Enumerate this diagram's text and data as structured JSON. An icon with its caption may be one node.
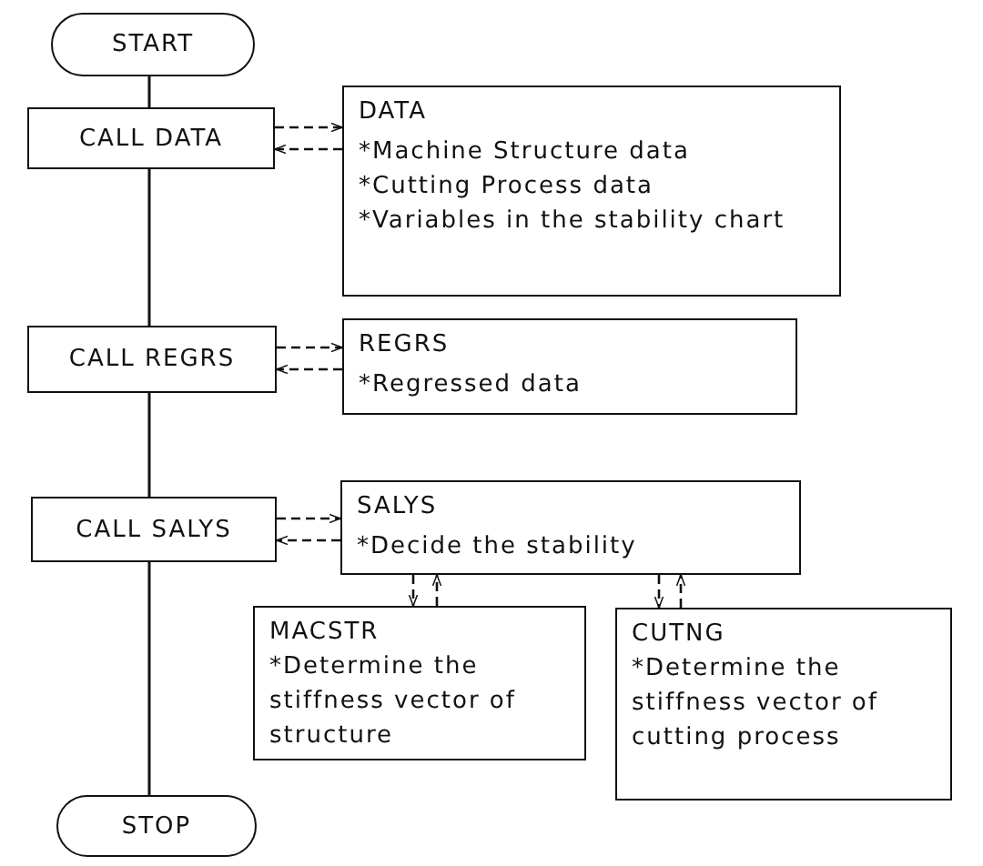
{
  "diagram": {
    "nodes": [
      {
        "text": [
          "START"
        ]
      },
      {
        "text": [
          "CALL DATA"
        ]
      },
      {
        "text": [
          "DATA",
          "*Machine Structure data",
          "*Cutting Process data",
          "*Variables in the stability chart"
        ]
      },
      {
        "text": [
          "CALL REGRS"
        ]
      },
      {
        "text": [
          "REGRS",
          "*Regressed data"
        ]
      },
      {
        "text": [
          "CALL SALYS"
        ]
      },
      {
        "text": [
          "SALYS",
          "*Decide the stability"
        ]
      },
      {
        "text": [
          "MACSTR",
          "*Determine the stiffness vector of structure"
        ]
      },
      {
        "text": [
          "CUTNG",
          "*Determine the stiffness vector of cutting process"
        ]
      },
      {
        "text": [
          "STOP"
        ]
      }
    ],
    "edges": [
      {
        "from": 0,
        "to": 1,
        "arrow": "none"
      },
      {
        "from": 1,
        "to": 3,
        "arrow": "none"
      },
      {
        "from": 3,
        "to": 5,
        "arrow": "none"
      },
      {
        "from": 5,
        "to": 9,
        "arrow": "none"
      },
      {
        "from": 1,
        "to": 2,
        "arrow": "to",
        "style": "dashed"
      },
      {
        "from": 2,
        "to": 1,
        "arrow": "to",
        "style": "dashed"
      },
      {
        "from": 3,
        "to": 4,
        "arrow": "to",
        "style": "dashed"
      },
      {
        "from": 4,
        "to": 3,
        "arrow": "to",
        "style": "dashed"
      },
      {
        "from": 5,
        "to": 6,
        "arrow": "to",
        "style": "dashed"
      },
      {
        "from": 6,
        "to": 5,
        "arrow": "to",
        "style": "dashed"
      },
      {
        "from": 6,
        "to": 7,
        "arrow": "to",
        "style": "dashed"
      },
      {
        "from": 7,
        "to": 6,
        "arrow": "to",
        "style": "dashed"
      },
      {
        "from": 6,
        "to": 8,
        "arrow": "to",
        "style": "dashed"
      },
      {
        "from": 8,
        "to": 6,
        "arrow": "to",
        "style": "dashed"
      }
    ]
  }
}
